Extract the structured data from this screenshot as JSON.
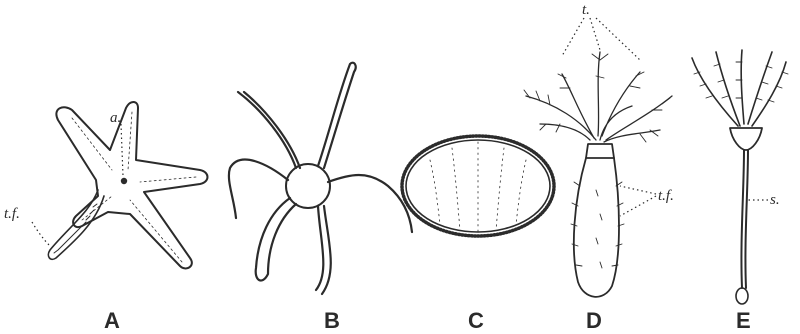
{
  "panels": [
    {
      "letter": "A"
    },
    {
      "letter": "B"
    },
    {
      "letter": "C"
    },
    {
      "letter": "D"
    },
    {
      "letter": "E"
    }
  ],
  "annotations": {
    "a_mouth": "a.",
    "a_tube_feet": "t.f.",
    "d_tentacles": "t.",
    "d_tube_feet": "t.f.",
    "e_stalk": "s."
  }
}
